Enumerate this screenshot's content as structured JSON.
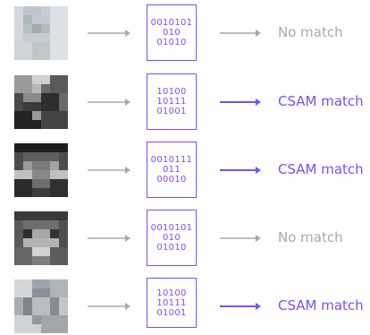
{
  "colors": {
    "accent": "#7c4dff",
    "muted": "#a9a9a9"
  },
  "rows": [
    {
      "image": "blurred-face-photo",
      "hash": [
        "0010101",
        "010",
        "01010"
      ],
      "result": "No match",
      "matched": false
    },
    {
      "image": "blurred-group-photo",
      "hash": [
        "10100",
        "10111",
        "01001"
      ],
      "result": "CSAM match",
      "matched": true
    },
    {
      "image": "blurred-child-photo",
      "hash": [
        "0010111",
        "011",
        "00010"
      ],
      "result": "CSAM match",
      "matched": true
    },
    {
      "image": "blurred-man-photo",
      "hash": [
        "0010101",
        "010",
        "01010"
      ],
      "result": "No match",
      "matched": false
    },
    {
      "image": "blurred-child-photo-2",
      "hash": [
        "10100",
        "10111",
        "01001"
      ],
      "result": "CSAM match",
      "matched": true
    }
  ]
}
